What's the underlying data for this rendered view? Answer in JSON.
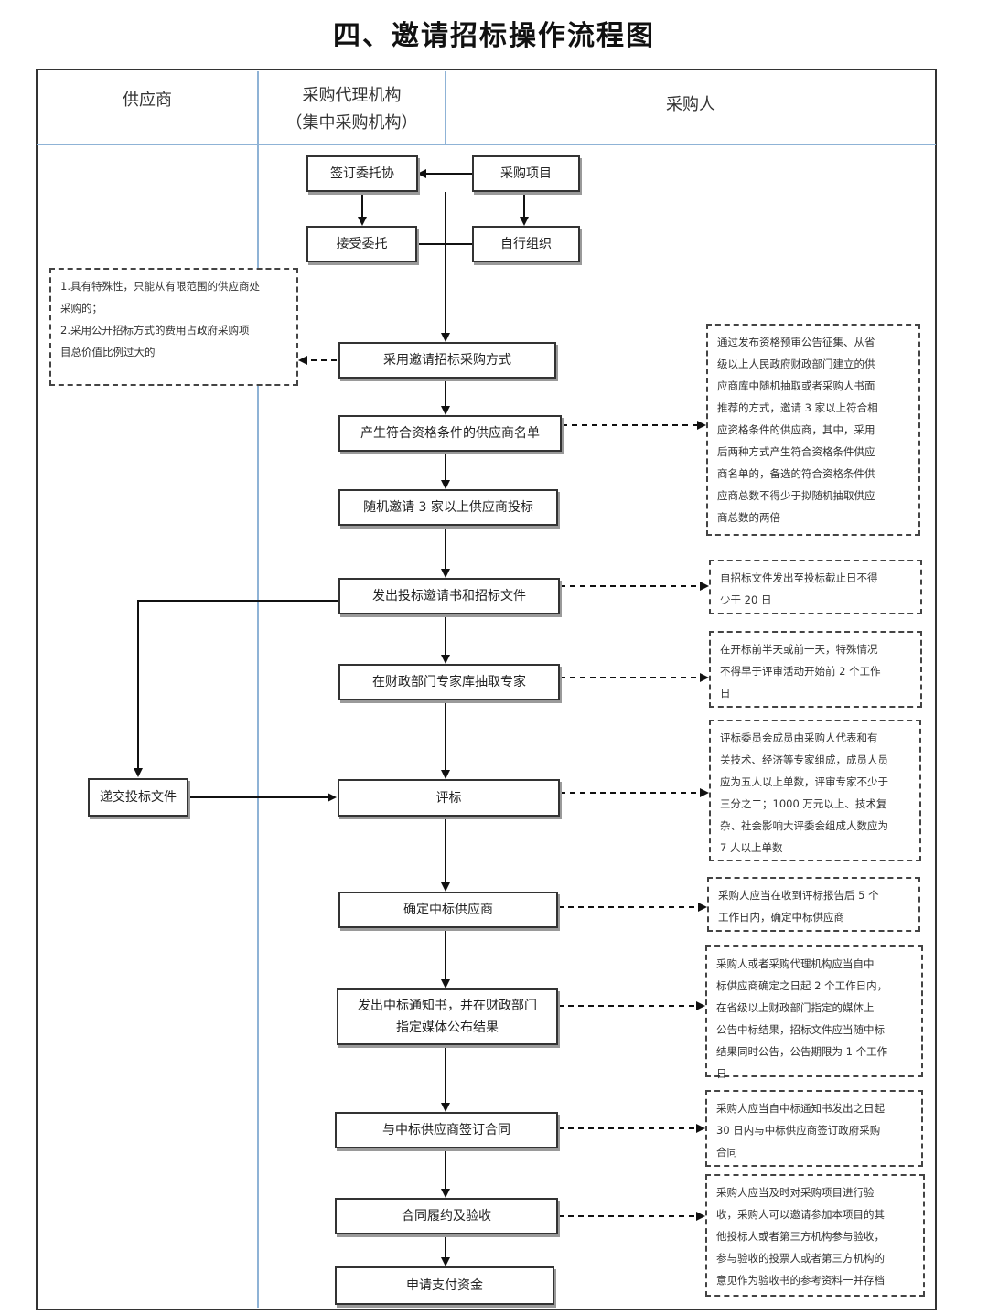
{
  "title": "四、邀请招标操作流程图",
  "lanes": {
    "supplier": "供应商",
    "agency": "采购代理机构",
    "agency_sub": "（集中采购机构）",
    "purchaser": "采购人"
  },
  "nodes": {
    "sign_entrust": "签订委托协",
    "purchase_project": "采购项目",
    "accept_entrust": "接受委托",
    "self_organize": "自行组织",
    "invite_method": "采用邀请招标采购方式",
    "qualified_list": "产生符合资格条件的供应商名单",
    "random_invite": "随机邀请 3 家以上供应商投标",
    "issue_invitation": "发出投标邀请书和招标文件",
    "extract_experts": "在财政部门专家库抽取专家",
    "submit_bid": "递交投标文件",
    "evaluate": "评标",
    "determine_winner": "确定中标供应商",
    "award_notice_1": "发出中标通知书，并在财政部门",
    "award_notice_2": "指定媒体公布结果",
    "sign_contract": "与中标供应商签订合同",
    "performance": "合同履约及验收",
    "apply_payment": "申请支付资金"
  },
  "notes": {
    "condition": [
      "1.具有特殊性，只能从有限范围的供应商处",
      "采购的；",
      "2.采用公开招标方式的费用占政府采购项",
      "目总价值比例过大的"
    ],
    "qualify": [
      "通过发布资格预审公告征集、从省",
      "级以上人民政府财政部门建立的供",
      "应商库中随机抽取或者采购人书面",
      "推荐的方式，邀请 3 家以上符合相",
      "应资格条件的供应商，其中，采用",
      "后两种方式产生符合资格条件供应",
      "商名单的，备选的符合资格条件供",
      "应商总数不得少于拟随机抽取供应",
      "商总数的两倍"
    ],
    "deadline": [
      "自招标文件发出至投标截止日不得",
      "少于 20 日"
    ],
    "experts": [
      "在开标前半天或前一天，特殊情况",
      "不得早于评审活动开始前 2 个工作",
      "日"
    ],
    "committee": [
      "评标委员会成员由采购人代表和有",
      "关技术、经济等专家组成，成员人员",
      "应为五人以上单数，评审专家不少于",
      "三分之二；1000 万元以上、技术复",
      "杂、社会影响大评委会组成人数应为",
      "7 人以上单数"
    ],
    "winner": [
      "采购人应当在收到评标报告后 5 个",
      "工作日内，确定中标供应商"
    ],
    "announce": [
      "采购人或者采购代理机构应当自中",
      "标供应商确定之日起 2 个工作日内，",
      "在省级以上财政部门指定的媒体上",
      "公告中标结果，招标文件应当随中标",
      "结果同时公告，公告期限为 1 个工作",
      "日"
    ],
    "contract": [
      "采购人应当自中标通知书发出之日起",
      "30 日内与中标供应商签订政府采购",
      "合同"
    ],
    "acceptance": [
      "采购人应当及时对采购项目进行验",
      "收，采购人可以邀请参加本项目的其",
      "他投标人或者第三方机构参与验收，",
      "参与验收的投票人或者第三方机构的",
      "意见作为验收书的参考资料一并存档"
    ]
  }
}
